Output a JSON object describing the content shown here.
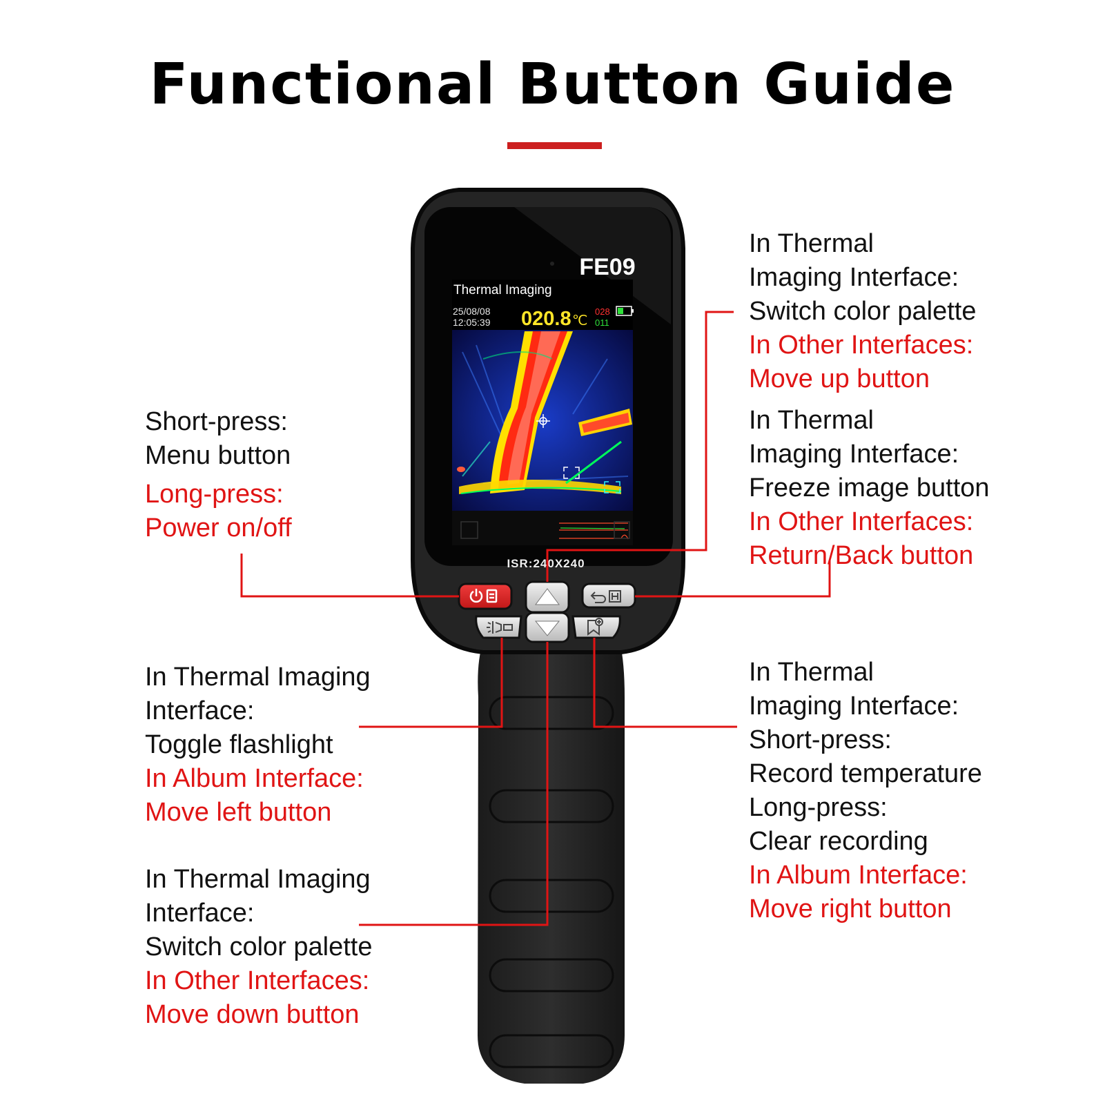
{
  "title": "Functional Button Guide",
  "colors": {
    "accent": "#cc1f1f",
    "callout_red": "#e01414",
    "text": "#111111"
  },
  "device": {
    "model": "FE09",
    "screen": {
      "mode": "Thermal Imaging",
      "date": "25/08/08",
      "time": "12:05:39",
      "temperature": "020.8",
      "unit": "℃",
      "max": "028",
      "min": "011",
      "resolution": "ISR:240X240"
    },
    "buttons": [
      {
        "name": "power-menu-button",
        "icon": "power-clipboard-icon"
      },
      {
        "name": "up-button",
        "icon": "triangle-up-icon"
      },
      {
        "name": "back-freeze-button",
        "icon": "back-hold-icon"
      },
      {
        "name": "flashlight-button",
        "icon": "flashlight-icon"
      },
      {
        "name": "down-button",
        "icon": "triangle-down-icon"
      },
      {
        "name": "record-button",
        "icon": "record-bookmark-icon"
      }
    ]
  },
  "callouts": {
    "menu": {
      "lines": [
        "Short-press:",
        "Menu button"
      ],
      "red_lines": [
        "Long-press:",
        "Power on/off"
      ]
    },
    "up": {
      "lines": [
        "In Thermal",
        "Imaging Interface:",
        "Switch color palette"
      ],
      "red_lines": [
        "In Other Interfaces:",
        "Move up button"
      ]
    },
    "freeze": {
      "lines": [
        "In Thermal",
        "Imaging Interface:",
        "Freeze image button"
      ],
      "red_lines": [
        "In Other Interfaces:",
        "Return/Back button"
      ]
    },
    "flashlight": {
      "lines": [
        "In Thermal Imaging",
        "Interface:",
        "Toggle flashlight"
      ],
      "red_lines": [
        "In Album Interface:",
        "Move left button"
      ]
    },
    "record": {
      "lines": [
        "In Thermal",
        "Imaging Interface:",
        "Short-press:",
        "Record temperature",
        "Long-press:",
        "Clear recording"
      ],
      "red_lines": [
        "In Album Interface:",
        "Move right button"
      ]
    },
    "down": {
      "lines": [
        "In Thermal Imaging",
        "Interface:",
        "Switch color palette"
      ],
      "red_lines": [
        "In Other Interfaces:",
        "Move down button"
      ]
    }
  }
}
